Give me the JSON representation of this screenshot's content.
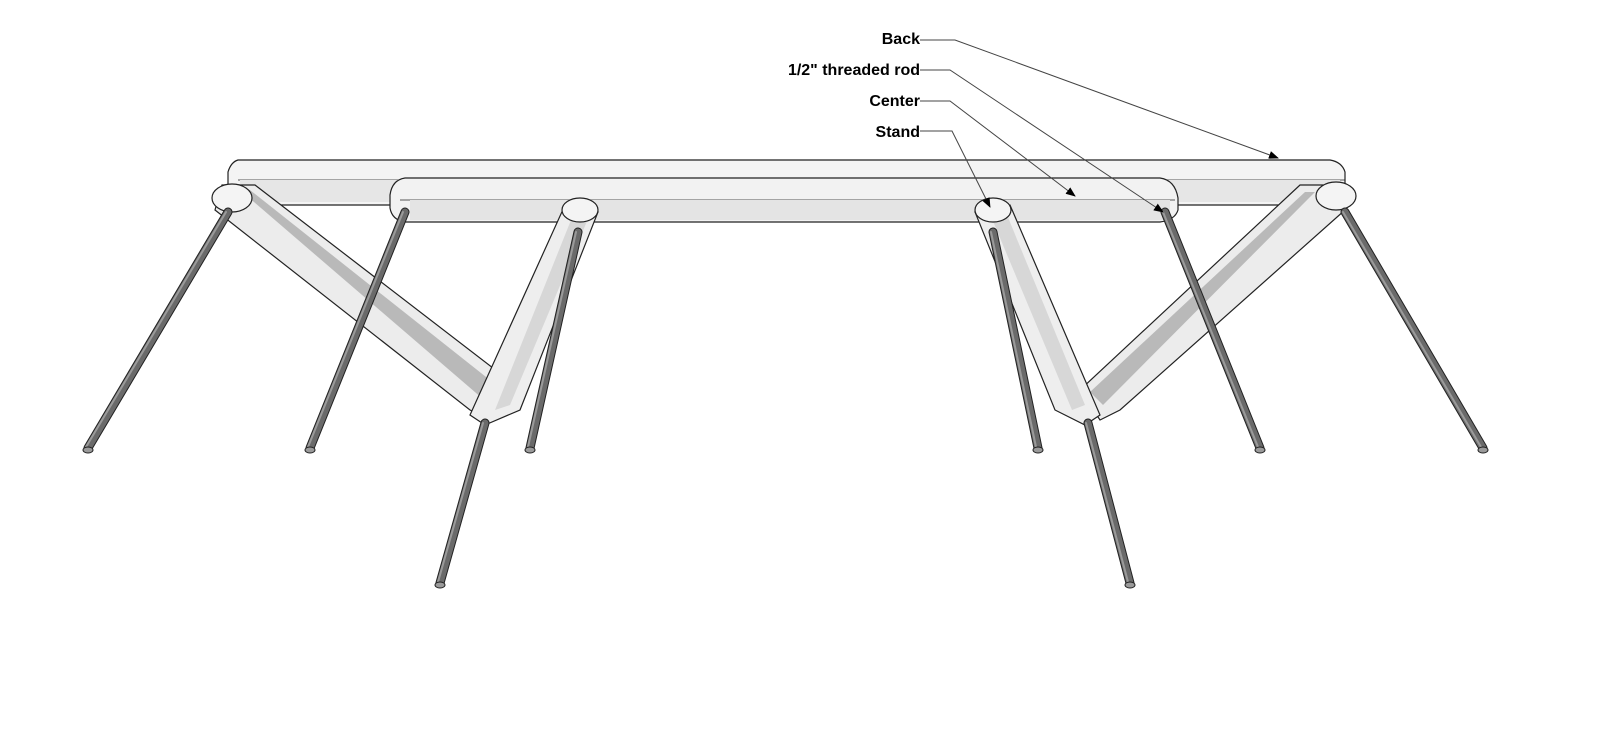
{
  "labels": {
    "back": "Back",
    "threaded_rod": "1/2\" threaded rod",
    "center": "Center",
    "stand": "Stand"
  },
  "colors": {
    "board_face": "#f7f7f7",
    "board_side": "#e3e3e3",
    "board_shadow": "#c2c2c2",
    "rod": "#6a6a6a",
    "rod_highlight": "#9a9a9a",
    "outline": "#222222",
    "leader": "#444444"
  }
}
